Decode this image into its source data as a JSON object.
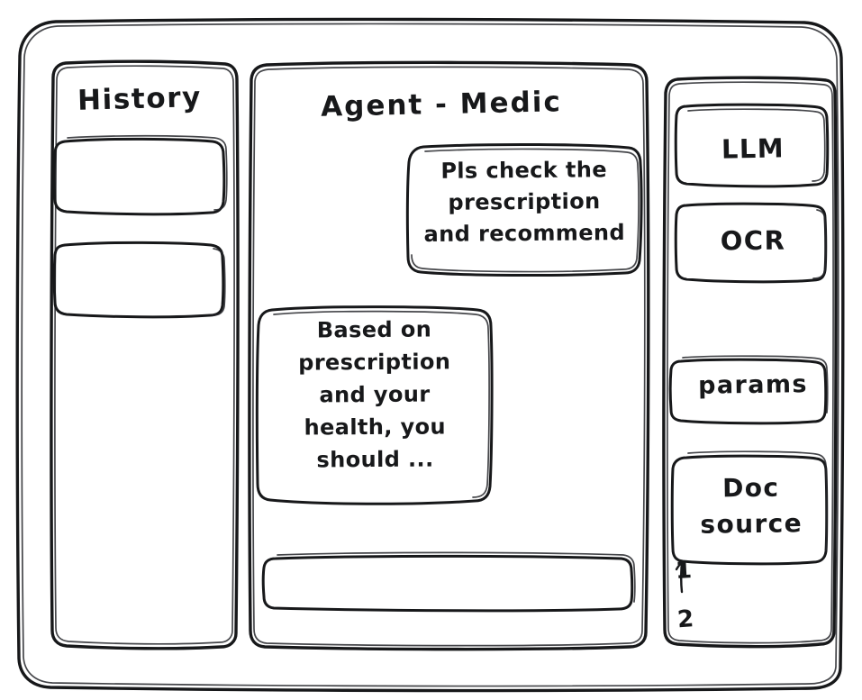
{
  "window": {
    "name": "agent-wireframe-window",
    "style": "hand-drawn-sketch",
    "background_color": "#ffffff",
    "ink_color": "#17181a"
  },
  "sidebar_left": {
    "title": "History",
    "items": [
      {
        "label": "",
        "name": "history-item-1"
      },
      {
        "label": "",
        "name": "history-item-2"
      }
    ]
  },
  "main": {
    "title": "Agent - Medic",
    "messages": [
      {
        "role": "user",
        "text": "Pls check the\nprescription\nand recommend"
      },
      {
        "role": "assistant",
        "text": "Based on\nprescription\nand your\nhealth, you\nshould ..."
      }
    ],
    "composer": {
      "value": "",
      "placeholder": ""
    }
  },
  "sidebar_right": {
    "tools": [
      {
        "label": "LLM",
        "name": "tool-llm"
      },
      {
        "label": "OCR",
        "name": "tool-ocr"
      },
      {
        "label": "params",
        "name": "tool-params"
      },
      {
        "label": "Doc\nsource",
        "name": "tool-doc-source"
      }
    ],
    "doc_sources": [
      {
        "label": "1"
      },
      {
        "label": "2"
      }
    ]
  }
}
